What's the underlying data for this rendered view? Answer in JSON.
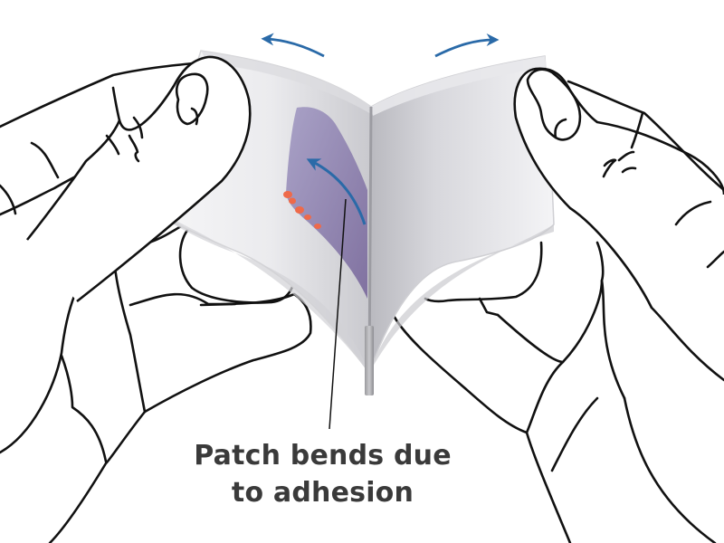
{
  "figure": {
    "caption_line1": "Patch bends due",
    "caption_line2": "to adhesion",
    "elements": {
      "left_hand": "left hand pinching left side of film",
      "right_hand": "right hand pinching right side of film",
      "film": "transparent plastic film folded in a V",
      "patch": "purple patch adhered to inner left film surface",
      "adhesion_residue": "orange residue along patch's lower-left edge",
      "arrows": [
        "outward arrow left",
        "outward arrow right",
        "patch bend arrow"
      ],
      "leader_line": "line from patch to caption"
    }
  },
  "colors": {
    "arrow": "#2a6aa8",
    "patch": "#8878a8",
    "residue": "#ee6a4a",
    "film": "#e6e6e8",
    "caption": "#3a3a3a",
    "outline": "#111111"
  }
}
